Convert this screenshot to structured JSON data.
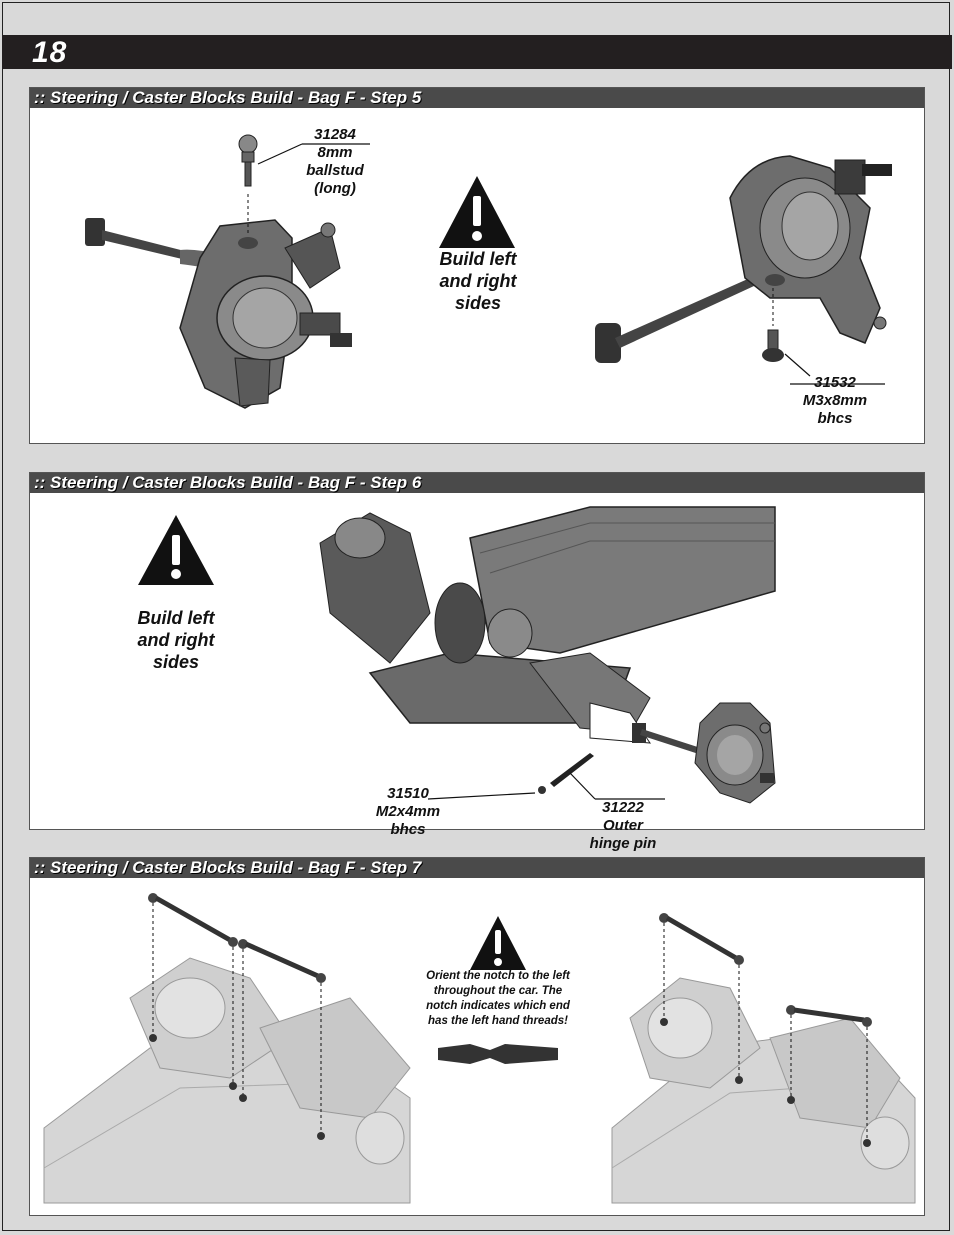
{
  "page_number": "18",
  "step5": {
    "title": ":: Steering / Caster Blocks Build - Bag F - Step 5",
    "warning": "Build left and right sides",
    "parts": [
      {
        "number": "31284",
        "desc1": "8mm",
        "desc2": "ballstud",
        "desc3": "(long)"
      },
      {
        "number": "31532",
        "desc1": "M3x8mm",
        "desc2": "bhcs"
      }
    ]
  },
  "step6": {
    "title": ":: Steering / Caster Blocks Build - Bag F - Step 6",
    "warning": "Build left and right sides",
    "parts": [
      {
        "number": "31510",
        "desc1": "M2x4mm",
        "desc2": "bhcs"
      },
      {
        "number": "31222",
        "desc1": "Outer",
        "desc2": "hinge pin"
      }
    ]
  },
  "step7": {
    "title": ":: Steering / Caster Blocks Build - Bag F - Step 7",
    "note": "Orient the notch to the left throughout the car. The notch indicates which end has the left hand threads!"
  },
  "colors": {
    "header": "#4a4a4a",
    "topbar": "#231f20",
    "page_bg": "#d9d9d9"
  }
}
